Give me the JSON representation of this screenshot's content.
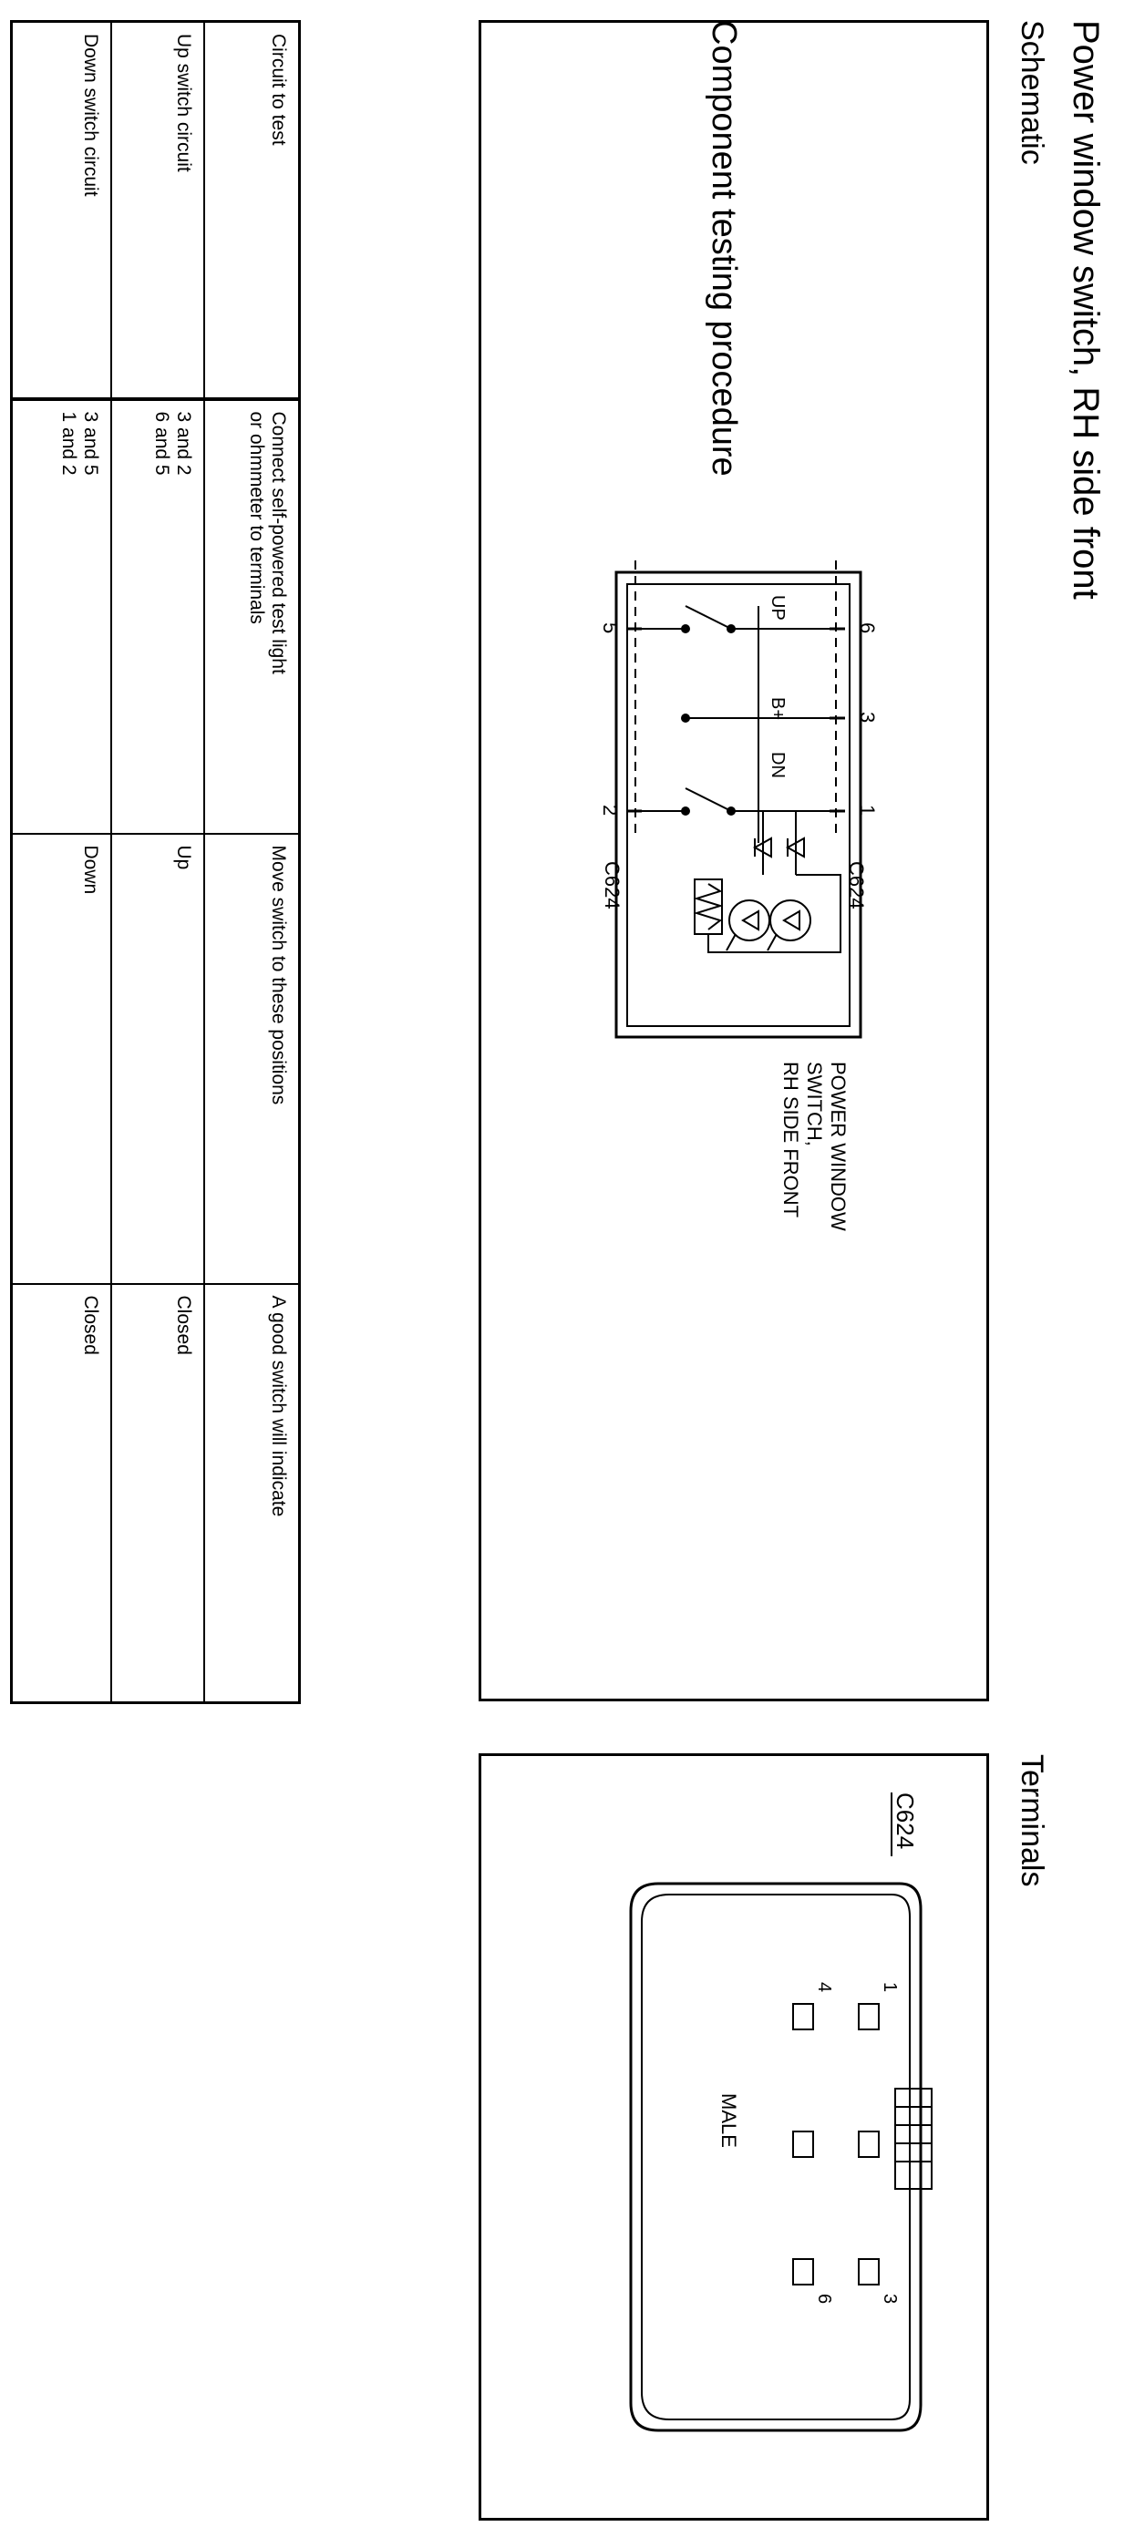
{
  "page_title": "Power window switch, RH side front",
  "schematic": {
    "heading": "Schematic",
    "switch_label": "POWER WINDOW\nSWITCH,\nRH SIDE FRONT",
    "connector_top": "C624",
    "connector_bottom": "C624",
    "pins": [
      "6",
      "3",
      "1",
      "5",
      "2"
    ],
    "up_label": "UP",
    "bplus_label": "B+",
    "dn_label": "DN"
  },
  "terminals": {
    "heading": "Terminals",
    "connector": "C624",
    "gender": "MALE",
    "pins": [
      "1",
      "3",
      "4",
      "6"
    ]
  },
  "testing": {
    "heading": "Component testing procedure",
    "headers": [
      "Circuit to test",
      "Connect self-powered test light\nor ohmmeter to terminals",
      "Move switch to these positions",
      "A good switch will indicate"
    ],
    "rows": [
      [
        "Up switch circuit",
        "3 and 2\n6 and 5",
        "Up",
        "Closed"
      ],
      [
        "Down switch circuit",
        "3 and 5\n1 and 2",
        "Down",
        "Closed"
      ]
    ]
  }
}
